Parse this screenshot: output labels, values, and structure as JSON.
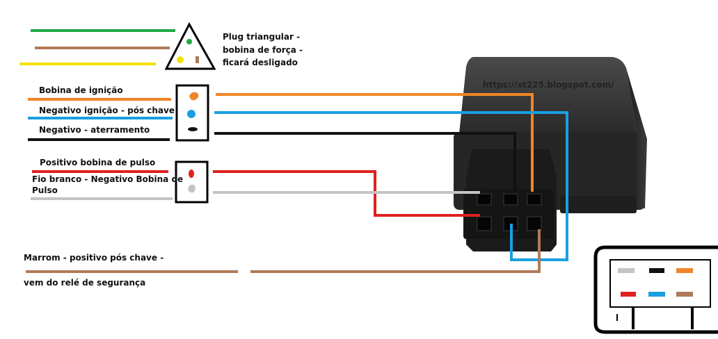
{
  "labels": {
    "plug_line1": "Plug triangular -",
    "plug_line2": "bobina de força -",
    "plug_line3": "ficará desligado",
    "bobina_ignicao": "Bobina de ignição",
    "negativo_ignicao": "Negativo ignição - pós chave",
    "negativo_aterramento": "Negativo - aterramento",
    "positivo_bobina_pulso": "Positivo bobina de pulso",
    "fio_branco_line1": "Fio branco - Negativo Bobina de",
    "fio_branco_line2": "Pulso",
    "marrom_line1": "Marrom - positivo pós chave -",
    "marrom_line2": "vem do relé de segurança",
    "url": "https://xt225.blogspot.com/"
  },
  "colors": {
    "green": "#22a845",
    "brown": "#b07a58",
    "yellow": "#f5e200",
    "orange": "#f08628",
    "blue": "#1a9fe0",
    "black": "#111111",
    "red": "#e02020",
    "gray": "#c4c4c4",
    "module_body": "#2a2a2a"
  },
  "connector_pinout": {
    "top_row": [
      "gray",
      "black",
      "orange"
    ],
    "bottom_row": [
      "red",
      "blue",
      "brown"
    ]
  }
}
